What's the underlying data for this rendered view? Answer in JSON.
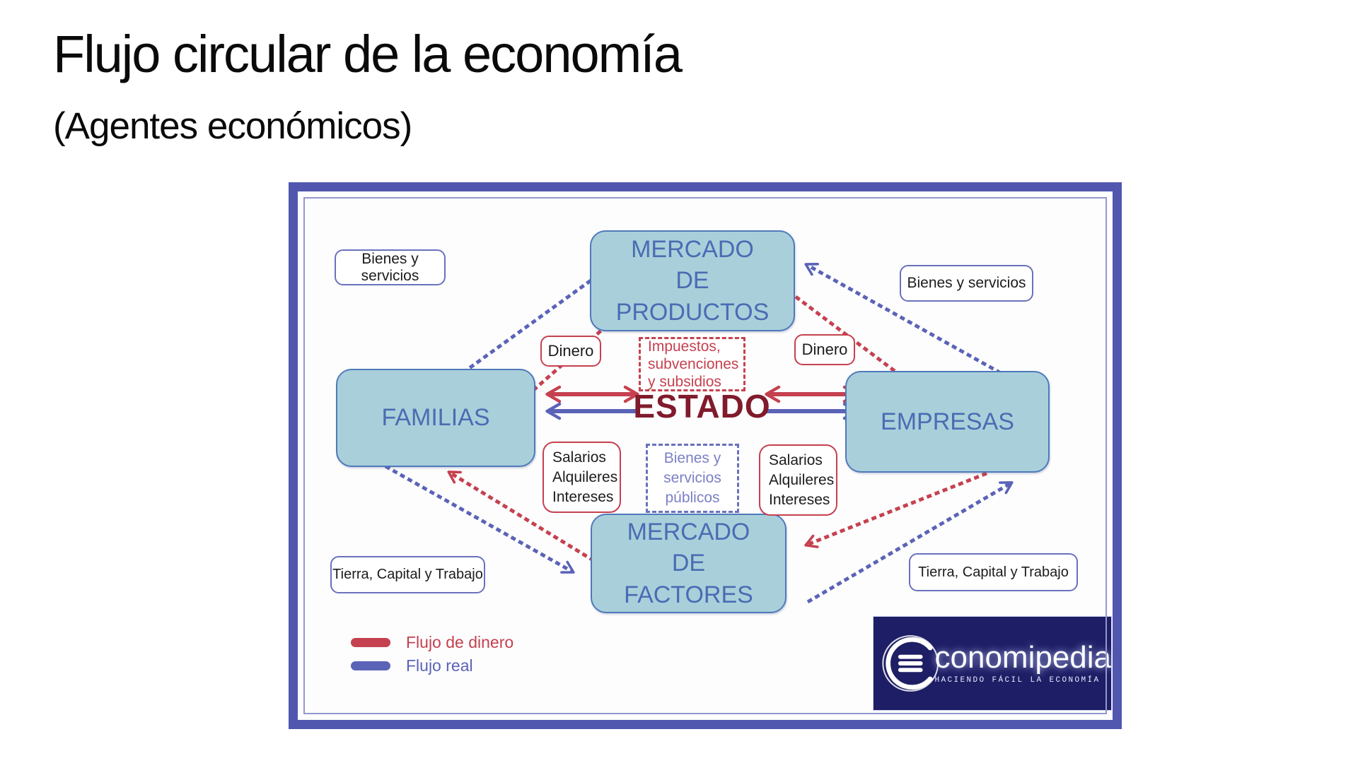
{
  "slide": {
    "title": "Flujo circular de la economía",
    "subtitle": "(Agentes económicos)"
  },
  "diagram": {
    "boxes": {
      "mercado_productos": "MERCADO DE PRODUCTOS",
      "familias": "FAMILIAS",
      "empresas": "EMPRESAS",
      "mercado_factores": "MERCADO DE FACTORES",
      "estado": "ESTADO"
    },
    "labels": {
      "bienes_servicios_left": "Bienes y servicios",
      "bienes_servicios_right": "Bienes y servicios",
      "dinero_left": "Dinero",
      "dinero_right": "Dinero",
      "impuestos_lines": [
        "Impuestos,",
        "subvenciones",
        "y subsidios"
      ],
      "bienes_publicos_lines": [
        "Bienes y",
        "servicios",
        "públicos"
      ],
      "salarios_left_lines": [
        "Salarios",
        "Alquileres",
        "Intereses"
      ],
      "salarios_right_lines": [
        "Salarios",
        "Alquileres",
        "Intereses"
      ],
      "tierra_left": "Tierra, Capital y Trabajo",
      "tierra_right": "Tierra, Capital y Trabajo"
    },
    "legend": {
      "money": "Flujo de dinero",
      "real": "Flujo real"
    },
    "logo": {
      "brand": "conomipedia",
      "tagline": "HACIENDO FÁCIL LA ECONOMÍA"
    },
    "colors": {
      "money_flow": "#c5414f",
      "real_flow": "#5b63b7",
      "box_fill": "#a9d0da",
      "box_text": "#4a6cb4",
      "estado_text": "#801b2c",
      "frame": "#5157ae",
      "logo_bg": "#1e1e66"
    }
  }
}
